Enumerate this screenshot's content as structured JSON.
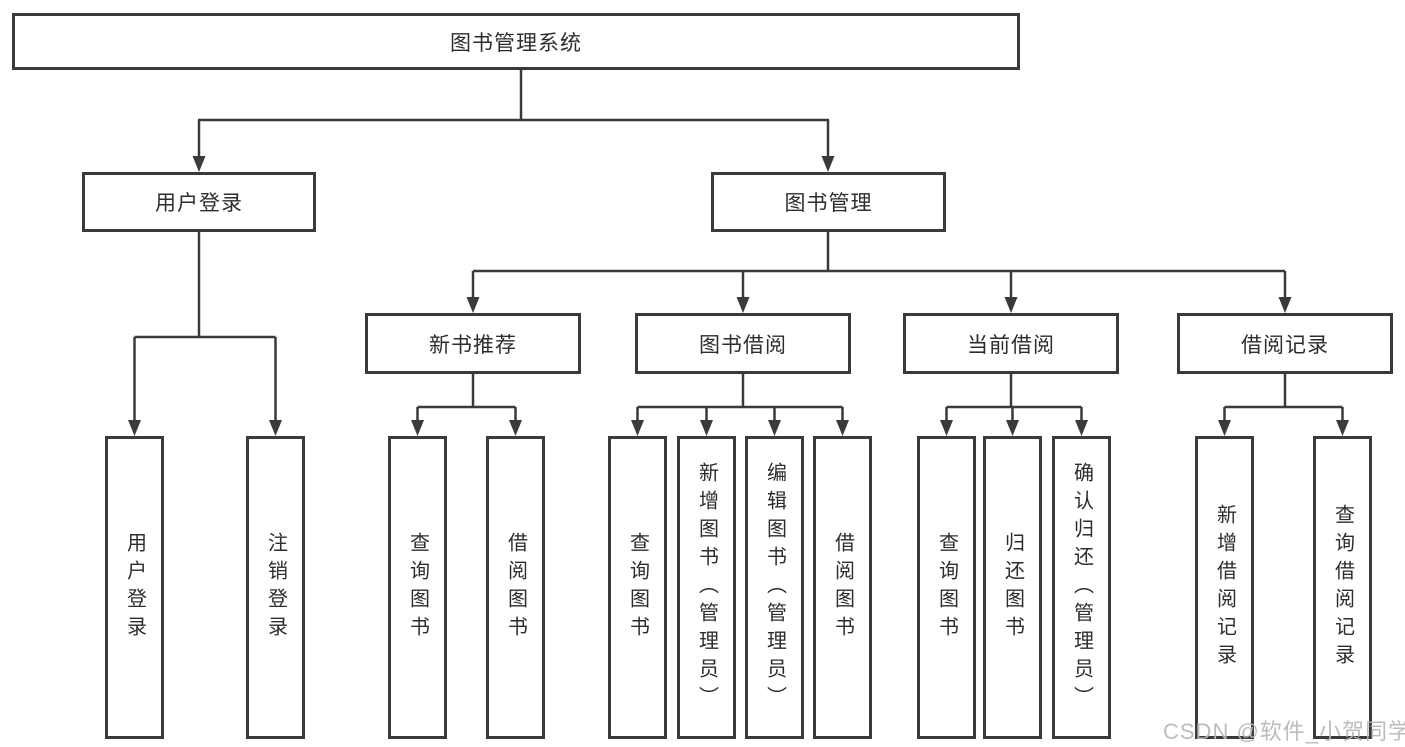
{
  "colors": {
    "line": "#3a3a3a",
    "box_border": "#3a3a3a",
    "text": "#2d2d2d",
    "background": "#ffffff",
    "watermark": "#b6b6b6"
  },
  "diagram": {
    "root": "图书管理系统",
    "level2": [
      "用户登录",
      "图书管理"
    ],
    "level3": [
      "新书推荐",
      "图书借阅",
      "当前借阅",
      "借阅记录"
    ],
    "leaves": {
      "user_login": [
        "用户登录",
        "注销登录"
      ],
      "new_book_recommend": [
        "查询图书",
        "借阅图书"
      ],
      "book_borrow": [
        "查询图书",
        "新增图书（管理员）",
        "编辑图书（管理员）",
        "借阅图书"
      ],
      "current_borrow": [
        "查询图书",
        "归还图书",
        "确认归还（管理员）"
      ],
      "borrow_records": [
        "新增借阅记录",
        "查询借阅记录"
      ]
    }
  },
  "watermark": "CSDN @软件_小贺同学"
}
